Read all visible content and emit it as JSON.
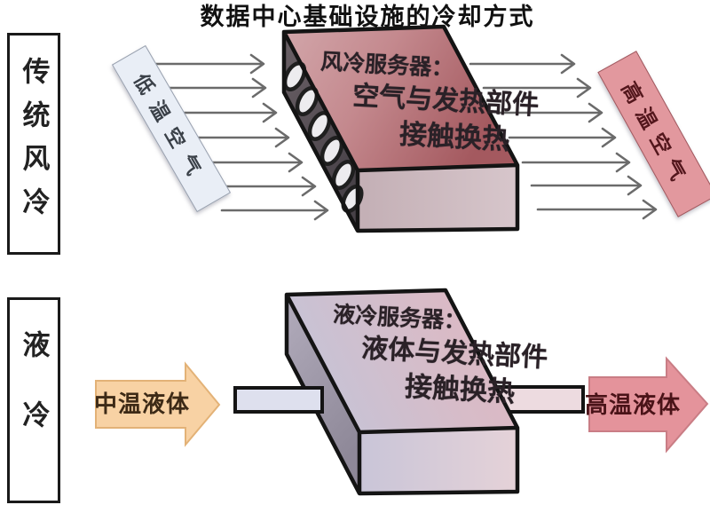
{
  "title": "数据中心基础设施的冷却方式",
  "sections": {
    "air": {
      "side_label": "传统风冷",
      "input_label": "低温空气",
      "output_label": "高温空气",
      "server": {
        "line1": "风冷服务器：",
        "line2": "空气与发热部件",
        "line3": "接触换热"
      }
    },
    "liquid": {
      "side_label": "液冷",
      "input_label": "中温液体",
      "output_label": "高温液体",
      "server": {
        "line1": "液冷服务器：",
        "line2": "液体与发热部件",
        "line3": "接触换热"
      }
    }
  },
  "colors": {
    "title_color": "#111111",
    "airflow_arrow": "#6b6b6b",
    "cold_air_label_bg": "#e9eef6",
    "cold_air_label_text": "#3a4048",
    "hot_air_label_bg": "#e2989e",
    "hot_air_label_text": "#53161c",
    "air_server_top_light": "#d2a6aa",
    "air_server_top_dark": "#a4595f",
    "liquid_server_top_left": "#c6c3d6",
    "liquid_server_top_right": "#dfb6c0",
    "warm_liquid_arrow_bg": "#f8d2a4",
    "warm_liquid_arrow_text": "#3d2a16",
    "hot_liquid_arrow_bg": "#e4939b",
    "hot_liquid_arrow_text": "#4a1318",
    "pipe_left_fill": "#dee0ee",
    "pipe_right_fill": "#eddbe0",
    "outline": "#141414"
  }
}
